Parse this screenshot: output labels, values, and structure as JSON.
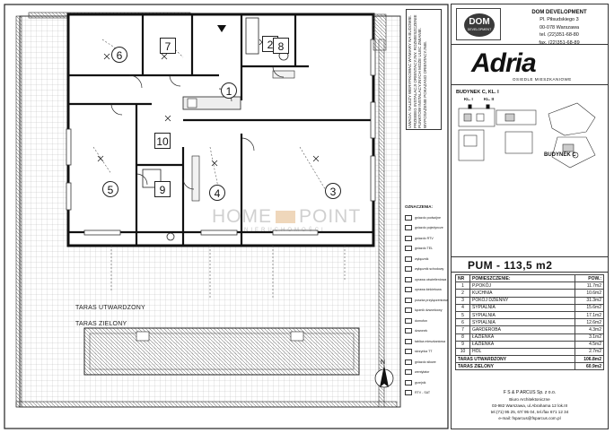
{
  "plan": {
    "rooms": [
      {
        "id": "1",
        "label": "1"
      },
      {
        "id": "2",
        "label": "2"
      },
      {
        "id": "3",
        "label": "3"
      },
      {
        "id": "4",
        "label": "4"
      },
      {
        "id": "5",
        "label": "5"
      },
      {
        "id": "6",
        "label": "6"
      },
      {
        "id": "7",
        "label": "7"
      },
      {
        "id": "8",
        "label": "8"
      },
      {
        "id": "9",
        "label": "9"
      },
      {
        "id": "10",
        "label": "10"
      }
    ],
    "terrace_paved_label": "TARAS UTWARDZONY",
    "terrace_green_label": "TARAS ZIELONY",
    "north_label": "N"
  },
  "watermark": {
    "left": "HOME",
    "right": "POINT",
    "sub": "NIERUCHOMOŚCI"
  },
  "vertical_strip": {
    "text": "UWAGA: NALEŻY WERYFIKOWAĆ WYMIARY NA BUDOWIE. PRZEBIEG INSTALACJI ORIENTACYJNY. ROZMIESZCZENIE PUNKTÓW INSTALACYJNYCH MOŻE ULEC ZMIANIE. WYPOSAŻENIE POKAZANO ORIENTACYJNIE."
  },
  "legend": {
    "title": "OZNACZENIA:",
    "items": [
      "gniazdo podwójne",
      "gniazdo pojedyncze",
      "gniazdo RTV",
      "gniazdo TEL",
      "wyłącznik",
      "wyłącznik schodowy",
      "oprawa oświetleniowa",
      "oprawa kinkietowa",
      "puszka przyłączeniowa",
      "łącznik dzwonkowy",
      "domofon",
      "dzwonek",
      "tablica mieszkaniowa",
      "skrzynka TT",
      "gniazdo siłowe",
      "wentylator",
      "grzejnik",
      "RTV - SAT"
    ]
  },
  "company": {
    "name": "DOM DEVELOPMENT",
    "address1": "Pl. Piłsudskiego 3",
    "address2": "00-078 Warszawa",
    "tel": "tel. (22)351-68-80",
    "fax": "fax. (22)351-68-89",
    "logo_text": "DOM",
    "logo_sub": "DEVELOPMENT"
  },
  "project": {
    "name": "Adria",
    "sub": "OSIEDLE MIESZKANIOWE"
  },
  "building": {
    "title": "BUDYNEK C, KL. I",
    "label": "BUDYNEK C",
    "kl_a": "KL. I",
    "kl_b": "KL. II"
  },
  "pum": "PUM -  113,5 m2",
  "rooms_table": {
    "headers": {
      "nr": "NR",
      "name": "POMIESZCZENIE:",
      "area": "POW.:"
    },
    "rows": [
      {
        "nr": "1",
        "name": "P.POKÓJ",
        "area": "11.7m2"
      },
      {
        "nr": "2",
        "name": "KUCHNIA",
        "area": "10.6m2"
      },
      {
        "nr": "3",
        "name": "POKÓJ DZIENNY",
        "area": "31.3m2"
      },
      {
        "nr": "4",
        "name": "SYPIALNIA",
        "area": "15.6m2"
      },
      {
        "nr": "5",
        "name": "SYPIALNIA",
        "area": "17.1m2"
      },
      {
        "nr": "6",
        "name": "SYPIALNIA",
        "area": "12.6m2"
      },
      {
        "nr": "7",
        "name": "GARDEROBA",
        "area": "4.3m2"
      },
      {
        "nr": "8",
        "name": "ŁAZIENKA",
        "area": "3.1m2"
      },
      {
        "nr": "9",
        "name": "ŁAZIENKA",
        "area": "4.5m2"
      },
      {
        "nr": "10",
        "name": "HOL",
        "area": "2.7m2"
      }
    ],
    "totals": [
      {
        "name": "TARAS UTWARDZONY",
        "area": "106.8m2"
      },
      {
        "name": "TARAS ZIELONY",
        "area": "60.9m2"
      }
    ]
  },
  "office": {
    "name": "F S & P  ARCUS Sp. z o.o.",
    "desc": "Biuro Architektoniczne",
    "addr": "03-982 Warszawa, ul.Abrahama 12 lok.III",
    "tel": "tel.(71) 95 25, 67/ 95 04, tel./fax 671 12 34",
    "mail": "e-mail: fsparcus@fsparcus.com.pl"
  }
}
